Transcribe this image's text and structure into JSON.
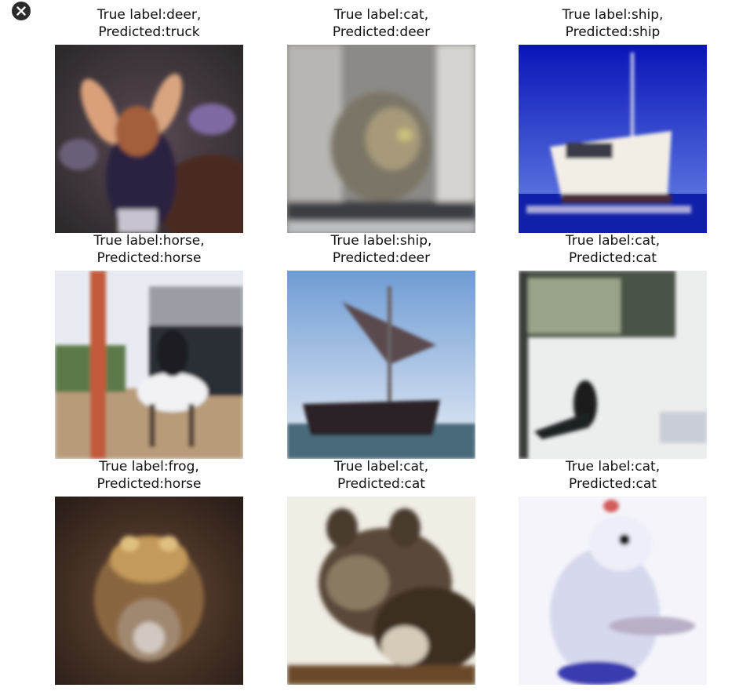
{
  "window": {
    "close_icon": "close-circle-icon"
  },
  "grid": {
    "cells": [
      {
        "true_line": "True label:deer,",
        "pred_line": "Predicted:truck",
        "image_subject": "deer"
      },
      {
        "true_line": "True label:cat,",
        "pred_line": "Predicted:deer",
        "image_subject": "cat"
      },
      {
        "true_line": "True label:ship,",
        "pred_line": "Predicted:ship",
        "image_subject": "ship"
      },
      {
        "true_line": "True label:horse,",
        "pred_line": "Predicted:horse",
        "image_subject": "horse"
      },
      {
        "true_line": "True label:ship,",
        "pred_line": "Predicted:deer",
        "image_subject": "ship"
      },
      {
        "true_line": "True label:cat,",
        "pred_line": "Predicted:cat",
        "image_subject": "cat"
      },
      {
        "true_line": "True label:frog,",
        "pred_line": "Predicted:horse",
        "image_subject": "frog"
      },
      {
        "true_line": "True label:cat,",
        "pred_line": "Predicted:cat",
        "image_subject": "cat"
      },
      {
        "true_line": "True label:cat,",
        "pred_line": "Predicted:cat",
        "image_subject": "cat"
      }
    ]
  }
}
